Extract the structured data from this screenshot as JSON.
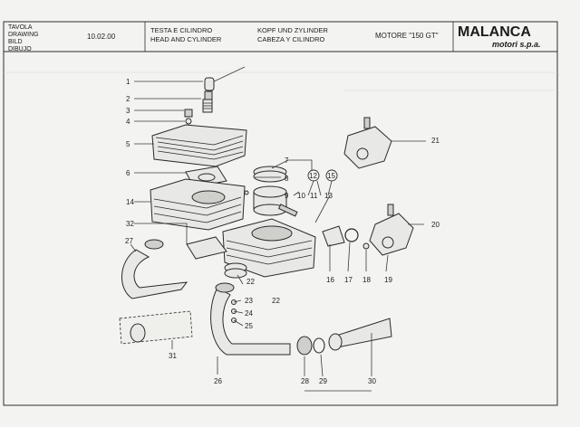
{
  "header": {
    "drawing_label": [
      "TAVOLA",
      "DRAWING",
      "BILD",
      "DIBUJO"
    ],
    "drawing_number": "10.02.00",
    "title_it": "TESTA E CILINDRO",
    "title_en": "HEAD AND CYLINDER",
    "title_de": "KOPF UND ZYLINDER",
    "title_es": "CABEZA Y CILINDRO",
    "engine": "MOTORE \"150 GT\"",
    "brand": "MALANCA",
    "brand_sub": "motori s.p.a."
  },
  "callouts": [
    "1",
    "2",
    "3",
    "4",
    "5",
    "6",
    "7",
    "8",
    "9",
    "10",
    "11",
    "12",
    "13",
    "14",
    "15",
    "16",
    "17",
    "18",
    "19",
    "20",
    "21",
    "22",
    "22",
    "23",
    "24",
    "25",
    "26",
    "27",
    "28",
    "29",
    "30",
    "31",
    "32"
  ],
  "colors": {
    "ink": "#1e1e1e",
    "paper": "#f3f3f1"
  }
}
